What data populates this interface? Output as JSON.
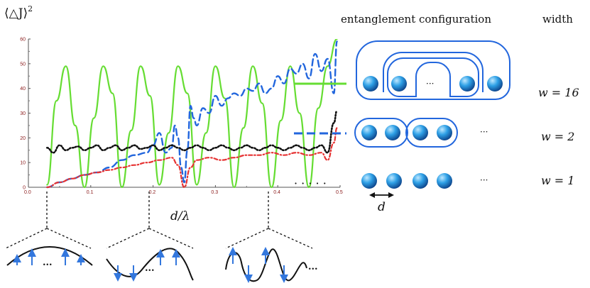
{
  "chart_data": {
    "type": "line",
    "ylabel_prefix": "⟨△J⟩",
    "ylabel_power": "2",
    "xlabel": "d/λ",
    "xlim": [
      0,
      0.5
    ],
    "ylim": [
      0,
      60
    ],
    "xticks": [
      "0.0",
      "0.1",
      "0.2",
      "0.3",
      "0.4",
      "0.5"
    ],
    "yticks": [
      "0",
      "10",
      "20",
      "30",
      "40",
      "50",
      "60"
    ],
    "series": [
      {
        "color": "#66dd33",
        "style": "solid",
        "x": [
          0.03,
          0.045,
          0.06,
          0.075,
          0.09,
          0.105,
          0.12,
          0.135,
          0.15,
          0.165,
          0.18,
          0.195,
          0.21,
          0.225,
          0.24,
          0.255,
          0.27,
          0.285,
          0.3,
          0.315,
          0.33,
          0.345,
          0.36,
          0.375,
          0.39,
          0.405,
          0.42,
          0.435,
          0.45,
          0.465,
          0.48,
          0.495
        ],
        "y": [
          1,
          35,
          49,
          25,
          0,
          28,
          49,
          38,
          0,
          23,
          49,
          37,
          1,
          22,
          49,
          38,
          1,
          22,
          49,
          36,
          0,
          24,
          49,
          34,
          0,
          27,
          49,
          30,
          0,
          32,
          49,
          60
        ]
      },
      {
        "color": "#2266dd",
        "style": "dashed",
        "x": [
          0.03,
          0.05,
          0.07,
          0.09,
          0.11,
          0.13,
          0.15,
          0.17,
          0.19,
          0.2,
          0.21,
          0.22,
          0.23,
          0.235,
          0.24,
          0.245,
          0.25,
          0.255,
          0.26,
          0.265,
          0.27,
          0.28,
          0.29,
          0.3,
          0.31,
          0.32,
          0.33,
          0.34,
          0.35,
          0.36,
          0.37,
          0.38,
          0.39,
          0.4,
          0.41,
          0.42,
          0.43,
          0.44,
          0.45,
          0.46,
          0.47,
          0.48,
          0.49,
          0.495
        ],
        "y": [
          0,
          2,
          3.5,
          5,
          6,
          8,
          11,
          13,
          14,
          17,
          22,
          14,
          16,
          25,
          20,
          8,
          2,
          15,
          33,
          28,
          25,
          32,
          30,
          37,
          33,
          36,
          38,
          37,
          40,
          39,
          42,
          38,
          40,
          45,
          42,
          48,
          46,
          50,
          44,
          54,
          47,
          52,
          38,
          59
        ]
      },
      {
        "color": "#e63333",
        "style": "dash-dot",
        "x": [
          0.03,
          0.05,
          0.07,
          0.09,
          0.11,
          0.13,
          0.15,
          0.17,
          0.19,
          0.21,
          0.23,
          0.24,
          0.25,
          0.26,
          0.27,
          0.29,
          0.31,
          0.33,
          0.35,
          0.37,
          0.39,
          0.41,
          0.43,
          0.45,
          0.47,
          0.48,
          0.49,
          0.495
        ],
        "y": [
          0,
          2,
          3.5,
          5,
          6,
          7,
          8,
          9,
          10,
          11,
          12,
          9,
          0,
          8,
          11,
          12,
          11,
          12,
          13,
          13,
          14,
          13,
          14,
          13,
          14,
          11,
          18,
          24
        ]
      },
      {
        "color": "#111111",
        "style": "dotted",
        "x": [
          0.03,
          0.04,
          0.05,
          0.06,
          0.07,
          0.08,
          0.09,
          0.1,
          0.11,
          0.12,
          0.13,
          0.14,
          0.15,
          0.16,
          0.17,
          0.18,
          0.19,
          0.2,
          0.21,
          0.22,
          0.23,
          0.24,
          0.25,
          0.26,
          0.27,
          0.28,
          0.29,
          0.3,
          0.31,
          0.32,
          0.33,
          0.34,
          0.35,
          0.36,
          0.37,
          0.38,
          0.39,
          0.4,
          0.41,
          0.42,
          0.43,
          0.44,
          0.45,
          0.46,
          0.47,
          0.48,
          0.49,
          0.495
        ],
        "y": [
          16,
          14,
          17,
          15,
          16,
          16.5,
          15,
          16,
          17,
          15,
          16,
          17,
          15,
          16,
          17,
          15.5,
          16,
          17,
          15,
          16,
          17,
          16,
          15,
          16,
          17,
          16,
          15,
          16,
          17,
          16,
          15,
          16,
          17,
          16,
          15,
          16,
          17,
          16,
          15,
          16,
          17,
          16,
          15,
          16,
          17,
          14,
          26,
          31
        ]
      }
    ]
  },
  "legend": {
    "header_config": "entanglement configuration",
    "header_width": "width",
    "rows": [
      {
        "width_label": "w = 16",
        "ellipsis": "···",
        "config": "nested"
      },
      {
        "width_label": "w = 2",
        "ellipsis": "···",
        "config": "pairs"
      },
      {
        "width_label": "w = 1",
        "ellipsis": "···",
        "config": "single"
      }
    ],
    "dots_marker": "· · · · ·",
    "spacing_label": "d"
  },
  "standing_waves": {
    "ellipsis": "..."
  },
  "colors": {
    "green": "#66dd33",
    "blue": "#2266dd",
    "red": "#e63333",
    "black": "#111111",
    "atom_light": "#bfe8ff",
    "atom_mid": "#2ea0e6",
    "atom_dark": "#0b3f86",
    "ring": "#2266dd",
    "arrow": "#3377dd",
    "tick_text": "#8a1a1a"
  }
}
